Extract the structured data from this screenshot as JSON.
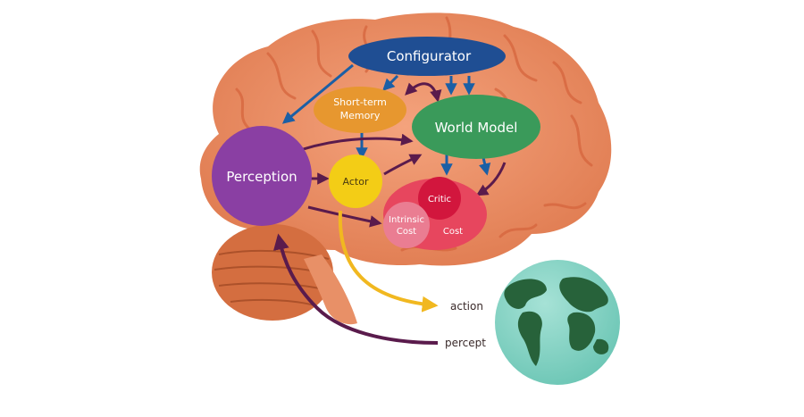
{
  "modules": {
    "configurator": "Configurator",
    "short_term_memory": [
      "Short-term",
      "Memory"
    ],
    "world_model": "World Model",
    "perception": "Perception",
    "actor": "Actor",
    "critic": "Critic",
    "intrinsic_cost": [
      "Intrinsic",
      "Cost"
    ],
    "cost": "Cost"
  },
  "io": {
    "action": "action",
    "percept": "percept"
  },
  "colors": {
    "configurator": "#1f4e93",
    "short_term_memory": "#e7972f",
    "world_model": "#3a9a5a",
    "perception": "#8a3fa3",
    "actor": "#f3cd16",
    "critic": "#d2163d",
    "cost_region": "#e7465e",
    "intrinsic_cost": "#ea7d92",
    "brain": "#ec8d62",
    "cerebellum": "#d46e40",
    "blue_arrow": "#1b5fa5",
    "purple_arrow": "#5a1b4c",
    "action_arrow": "#f1b820",
    "globe_water": "#82d2c4",
    "globe_land": "#27623a"
  }
}
